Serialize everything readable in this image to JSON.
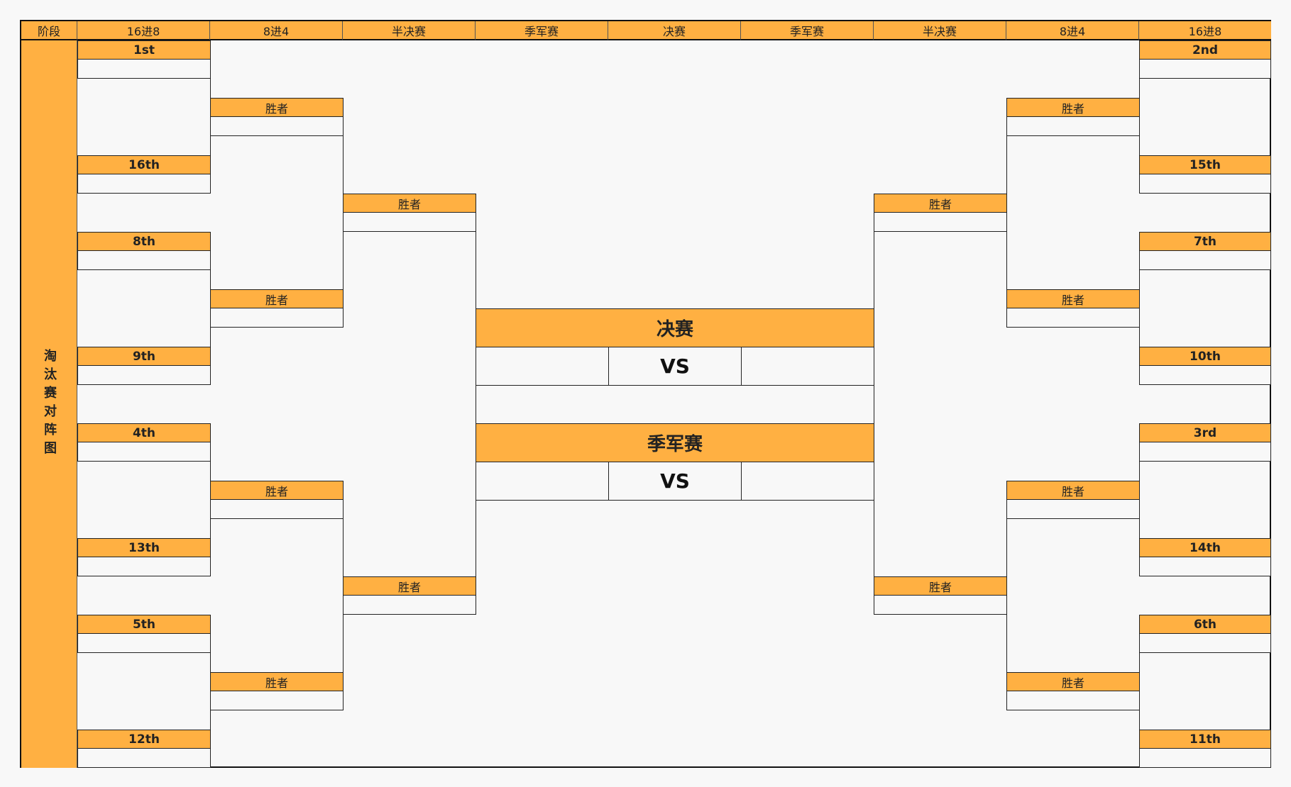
{
  "header": {
    "columns": [
      "阶段",
      "16进8",
      "8进4",
      "半决赛",
      "季军赛",
      "决赛",
      "季军赛",
      "半决赛",
      "8进4",
      "16进8"
    ]
  },
  "side_label": "淘汰赛对阵图",
  "left": {
    "seeds": [
      "1st",
      "16th",
      "8th",
      "9th",
      "4th",
      "13th",
      "5th",
      "12th"
    ]
  },
  "right": {
    "seeds": [
      "2nd",
      "15th",
      "7th",
      "10th",
      "3rd",
      "14th",
      "6th",
      "11th"
    ]
  },
  "winner_label": "胜者",
  "final": {
    "title": "决赛",
    "vs": "VS"
  },
  "third_place": {
    "title": "季军赛",
    "vs": "VS"
  }
}
